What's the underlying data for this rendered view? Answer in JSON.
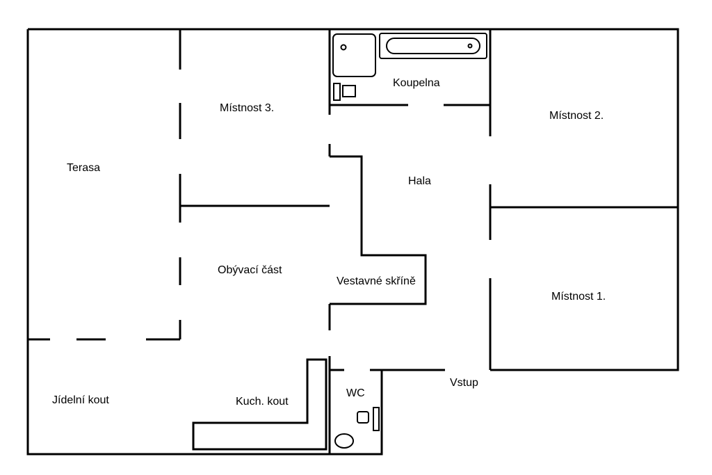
{
  "rooms": {
    "terasa": "Terasa",
    "mistnost3": "Místnost 3.",
    "koupelna": "Koupelna",
    "mistnost2": "Místnost 2.",
    "hala": "Hala",
    "obyvaci_cast": "Obývací část",
    "vestavne_skrine": "Vestavné skříně",
    "mistnost1": "Místnost 1.",
    "jidelni_kout": "Jídelní kout",
    "kuch_kout": "Kuch. kout",
    "wc": "WC",
    "vstup": "Vstup"
  }
}
